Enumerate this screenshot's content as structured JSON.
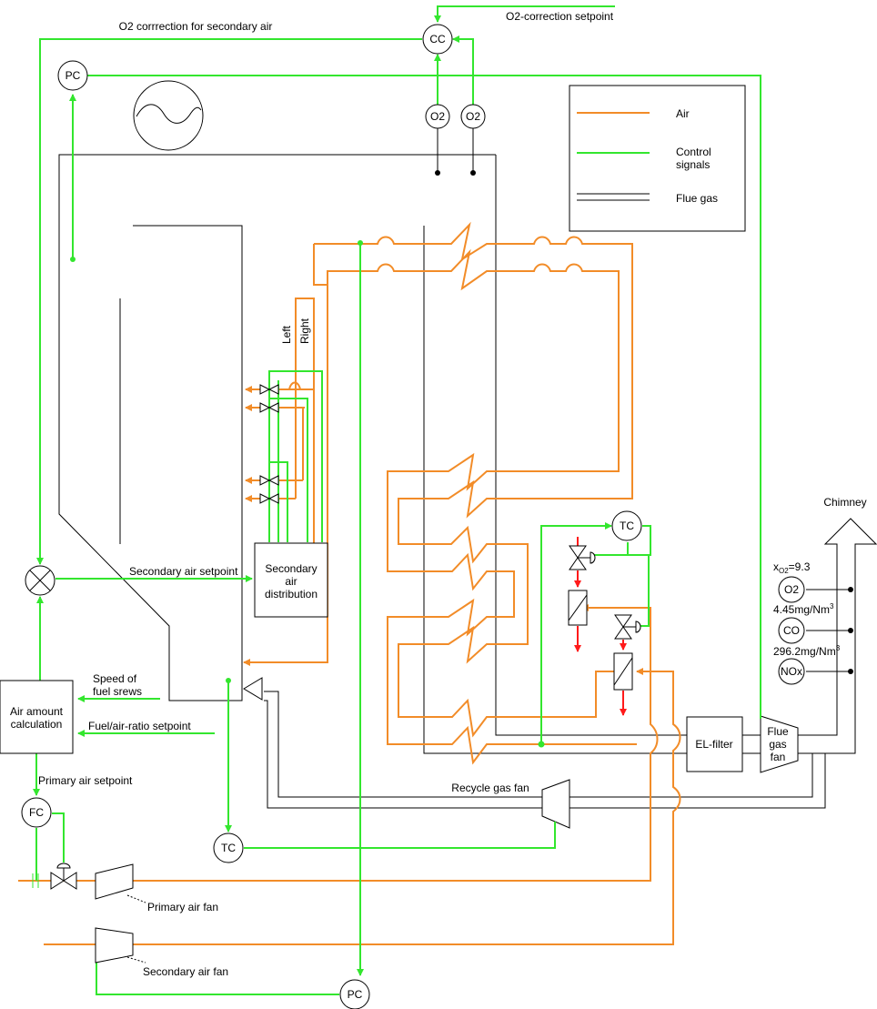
{
  "title_labels": {
    "o2_correction_secondary_air": "O2 corrrection for secondary air",
    "o2_correction_setpoint": "O2-correction setpoint",
    "secondary_air_setpoint": "Secondary air setpoint",
    "speed_of_fuel_screws_line1": "Speed of",
    "speed_of_fuel_screws_line2": "fuel srews",
    "fuel_air_ratio_setpoint": "Fuel/air-ratio setpoint",
    "primary_air_setpoint": "Primary air setpoint",
    "recycle_gas_fan": "Recycle gas fan",
    "primary_air_fan": "Primary air fan",
    "secondary_air_fan": "Secondary air fan",
    "chimney": "Chimney",
    "left": "Left",
    "right": "Right"
  },
  "instruments": {
    "cc": "CC",
    "pc_top": "PC",
    "pc_bottom": "PC",
    "o2_a": "O2",
    "o2_b": "O2",
    "tc_right": "TC",
    "tc_bottom": "TC",
    "fc": "FC",
    "o2_stack": "O2",
    "co_stack": "CO",
    "nox_stack": "NOx"
  },
  "boxes": {
    "secondary_air_distribution": [
      "Secondary",
      "air",
      "distribution"
    ],
    "air_amount_calculation": [
      "Air amount",
      "calculation"
    ],
    "el_filter": "EL-filter",
    "flue_gas_fan": [
      "Flue",
      "gas",
      "fan"
    ]
  },
  "stack_readings": {
    "xo2_prefix": "x",
    "xo2_sub": "O2",
    "xo2_value": "=9.3",
    "co_value": "4.45mg/Nm",
    "co_sup": "3",
    "nox_value": "296.2mg/Nm",
    "nox_sup": "3"
  },
  "legend": {
    "air": "Air",
    "control_line1": "Control",
    "control_line2": "signals",
    "flue_gas": "Flue gas"
  },
  "colors": {
    "air": "#f28c28",
    "control": "#33e62e",
    "flue_gas": "#000000",
    "valve_arrow": "#ff1a1a"
  }
}
